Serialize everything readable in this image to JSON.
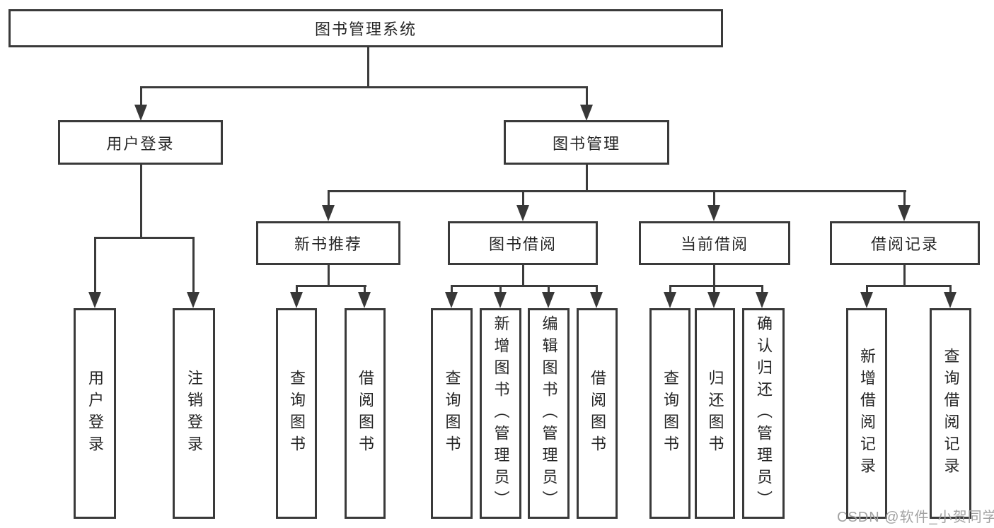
{
  "diagram": {
    "title_node": "图书管理系统",
    "branches": [
      {
        "label": "用户登录",
        "children": [
          "用户登录",
          "注销登录"
        ]
      },
      {
        "label": "图书管理",
        "groups": [
          {
            "label": "新书推荐",
            "children": [
              "查询图书",
              "借阅图书"
            ]
          },
          {
            "label": "图书借阅",
            "children": [
              "查询图书",
              "新增图书（管理员）",
              "编辑图书（管理员）",
              "借阅图书"
            ]
          },
          {
            "label": "当前借阅",
            "children": [
              "查询图书",
              "归还图书",
              "确认归还（管理员）"
            ]
          },
          {
            "label": "借阅记录",
            "children": [
              "新增借阅记录",
              "查询借阅记录"
            ]
          }
        ]
      }
    ],
    "colors": {
      "line": "#3b3b3b",
      "box_border": "#3a3a3a",
      "box_fill": "#ffffff",
      "text": "#262626",
      "watermark": "#a2a2a2"
    }
  },
  "watermark": "CSDN @软件_小贺同学"
}
